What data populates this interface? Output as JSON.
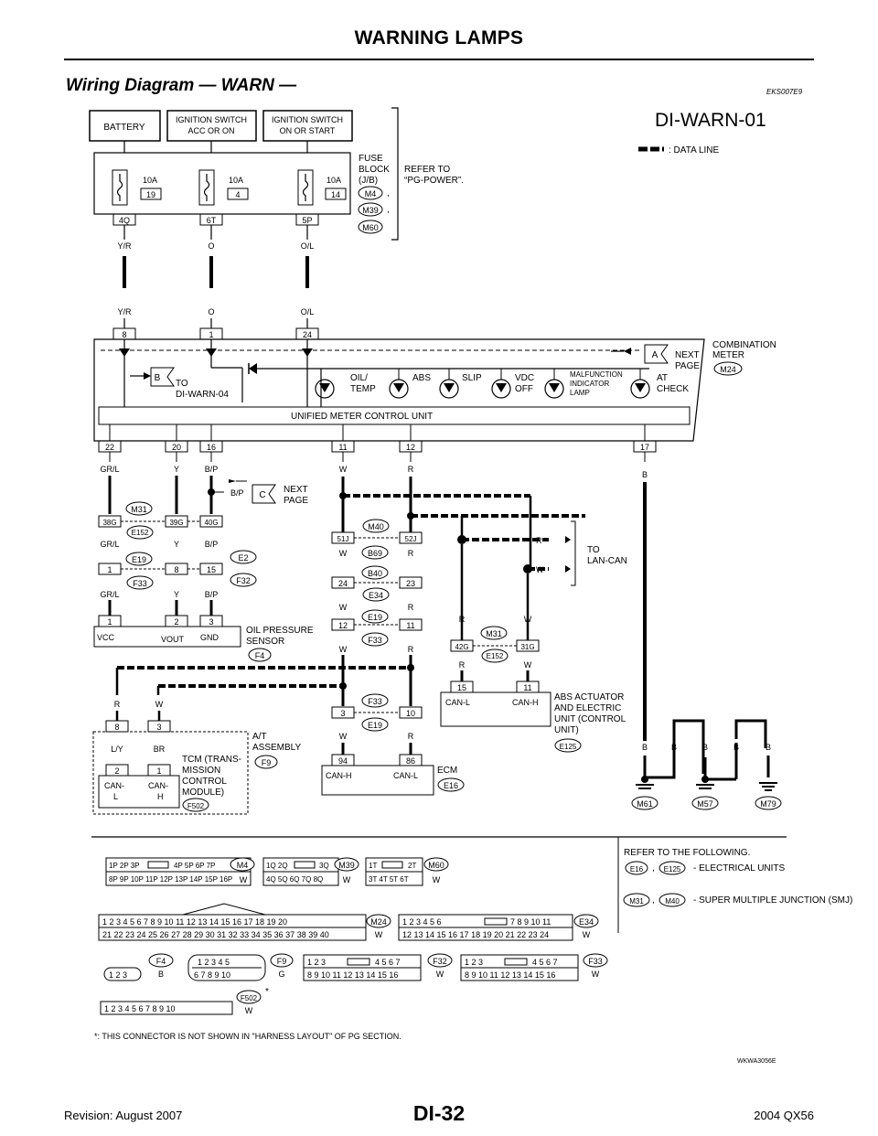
{
  "header": {
    "title": "WARNING LAMPS",
    "section_title": "Wiring Diagram — WARN —",
    "section_code": "EKS007E9"
  },
  "footer": {
    "page_number": "DI-32",
    "revision": "Revision: August 2007",
    "model": "2004 QX56"
  },
  "diagram": {
    "id": "DI-WARN-01",
    "legend_data_line": ": DATA LINE",
    "power_boxes": [
      "BATTERY",
      "IGNITION SWITCH ACC OR ON",
      "IGNITION SWITCH ON OR START"
    ],
    "fuse_block": {
      "label": "FUSE BLOCK (J/B)",
      "connectors": [
        "M4",
        "M39",
        "M60"
      ],
      "refer": "REFER TO \"PG-POWER\"."
    },
    "fuses": [
      {
        "amp": "10A",
        "num": "19",
        "pin": "4Q",
        "color": "Y/R"
      },
      {
        "amp": "10A",
        "num": "4",
        "pin": "6T",
        "color": "O"
      },
      {
        "amp": "10A",
        "num": "14",
        "pin": "5P",
        "color": "O/L"
      }
    ],
    "meter_input_pins": [
      "8",
      "1",
      "24"
    ],
    "meter": {
      "name": "COMBINATION METER",
      "connector": "M24",
      "control_unit": "UNIFIED METER CONTROL UNIT",
      "lamps": [
        "OIL/ TEMP",
        "ABS",
        "SLIP",
        "VDC OFF",
        "MALFUNCTION INDICATOR LAMP",
        "AT CHECK"
      ],
      "ref_a": "A",
      "ref_a_text": "NEXT PAGE",
      "ref_b": "B",
      "ref_b_text": "TO DI-WARN-04",
      "output_pins": [
        "22",
        "20",
        "16",
        "11",
        "12",
        "17"
      ]
    },
    "wire_colors": [
      "GR/L",
      "Y",
      "B/P",
      "W",
      "R",
      "B"
    ],
    "ref_c": "C",
    "ref_c_text": "NEXT PAGE",
    "ref_c_wire": "B/P",
    "joint_connectors": [
      "M31",
      "E152",
      "38G",
      "39G",
      "40G",
      "E19",
      "F33",
      "E2",
      "F32",
      "M40",
      "B69",
      "51J",
      "52J",
      "B40",
      "E34",
      "42G",
      "31G"
    ],
    "oil_sensor": {
      "name": "OIL PRESSURE SENSOR",
      "connector": "F4",
      "pins": [
        "1",
        "2",
        "3"
      ],
      "pin_names": [
        "VCC",
        "VOUT",
        "GND"
      ]
    },
    "lan_can": "TO LAN-CAN",
    "abs_unit": {
      "name": "ABS ACTUATOR AND ELECTRIC UNIT (CONTROL UNIT)",
      "connector": "E125",
      "pins": [
        "15",
        "11"
      ],
      "pin_names": [
        "CAN-L",
        "CAN-H"
      ]
    },
    "ecm": {
      "name": "ECM",
      "connector": "E16",
      "pins": [
        "94",
        "86"
      ],
      "pin_names": [
        "CAN-H",
        "CAN-L"
      ]
    },
    "tcm": {
      "name": "TCM (TRANS- MISSION CONTROL MODULE)",
      "assembly": "A/T ASSEMBLY",
      "connector": "F9",
      "sub_connector": "F502",
      "pins": [
        "2",
        "1"
      ],
      "pin_names": [
        "CAN- L",
        "CAN- H"
      ],
      "wires": [
        "L/Y",
        "BR"
      ],
      "upper_pins": [
        "8",
        "3"
      ]
    },
    "grounds": [
      "M61",
      "M57",
      "M79"
    ],
    "ground_wire": "B"
  },
  "connector_table": {
    "notes": [
      "REFER TO THE FOLLOWING.",
      "- ELECTRICAL UNITS",
      "- SUPER MULTIPLE JUNCTION (SMJ)"
    ],
    "note_refs": [
      "E16",
      "E125",
      "M31",
      "M40"
    ],
    "rows": [
      {
        "id": "M4",
        "color": "W"
      },
      {
        "id": "M39",
        "color": "W"
      },
      {
        "id": "M60",
        "color": "W"
      },
      {
        "id": "M24",
        "color": "W"
      },
      {
        "id": "E34",
        "color": "W"
      },
      {
        "id": "F4",
        "color": "B"
      },
      {
        "id": "F9",
        "color": "G"
      },
      {
        "id": "F32",
        "color": "W"
      },
      {
        "id": "F33",
        "color": "W"
      },
      {
        "id": "F502",
        "color": "W"
      }
    ],
    "footnote": "*: THIS CONNECTOR IS NOT SHOWN IN \"HARNESS LAYOUT\" OF PG SECTION.",
    "code": "WKWA3056E"
  }
}
